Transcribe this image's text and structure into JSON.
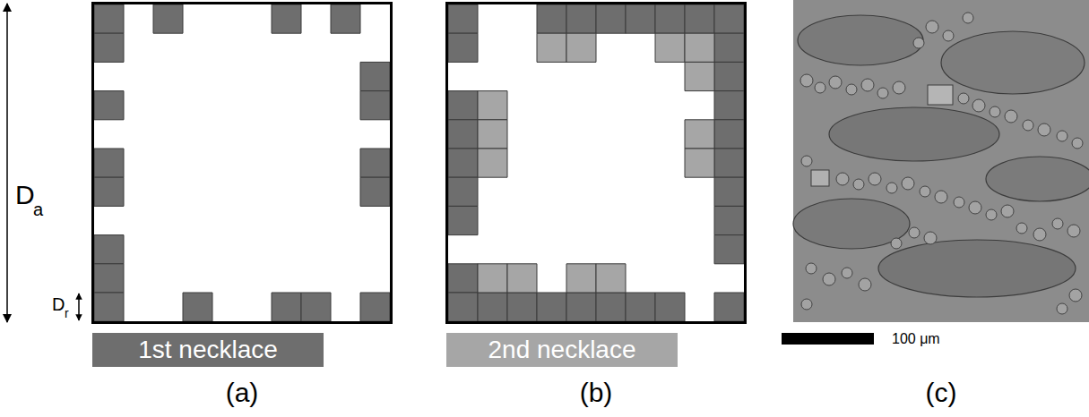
{
  "diagram": {
    "nodes": [
      {
        "text": [
          "1st necklace"
        ]
      },
      {
        "text": [
          "2nd necklace"
        ]
      }
    ],
    "labels": [
      "D",
      "a",
      "D",
      "r",
      "(a)",
      "(b)",
      "(c)",
      "100 μm"
    ]
  }
}
